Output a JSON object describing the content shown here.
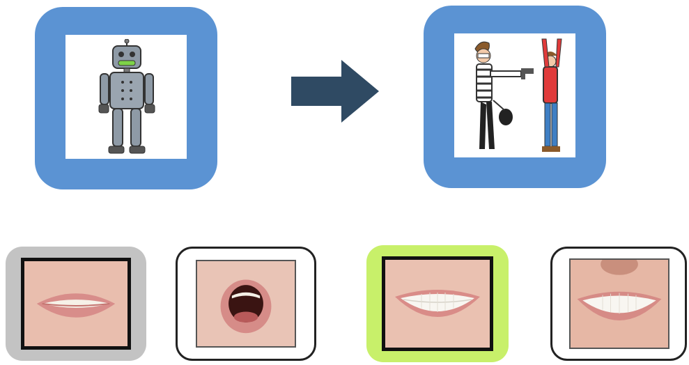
{
  "colors": {
    "card_frame": "#5b93d3",
    "arrow": "#2f4a63",
    "tile_selected_gray": "#c3c3c3",
    "tile_selected_green": "#c8f06a",
    "tile_unselected_border": "#222222",
    "skin": "#e8b9a8",
    "lips": "#d98c89",
    "teeth": "#f8f6f1"
  },
  "top_row": {
    "left_card": {
      "icon": "robot-icon"
    },
    "arrow": {
      "icon": "arrow-right-icon"
    },
    "right_card": {
      "icon": "robbery-icon"
    }
  },
  "bottom_row": {
    "tiles": [
      {
        "icon": "closed-smile-mouth-icon",
        "state": "highlighted-gray"
      },
      {
        "icon": "open-mouth-icon",
        "state": "outlined"
      },
      {
        "icon": "teeth-smile-mouth-icon",
        "state": "highlighted-green"
      },
      {
        "icon": "wide-smile-mouth-icon",
        "state": "outlined"
      }
    ]
  }
}
